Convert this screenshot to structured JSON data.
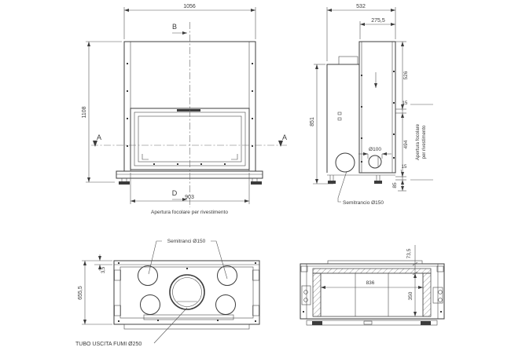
{
  "front": {
    "dim_width": "1056",
    "dim_height": "1108",
    "dim_opening_width": "903",
    "opening_label": "Apertura focolare per rivestimento",
    "section_b": "B",
    "section_a": "A",
    "section_d": "D"
  },
  "side": {
    "dim_depth": "532",
    "dim_depth_upper": "275,5",
    "dim_height": "851",
    "dim_upper": "526",
    "dim_gap_upper": "15",
    "dim_opening_height": "494",
    "dim_gap_lower": "15",
    "dim_base": "85",
    "label_opening_line1": "Apertura focolare",
    "label_opening_line2": "per rivestimento",
    "dim_hole": "Ø100",
    "label_knockout": "Semitrancio Ø150"
  },
  "plan": {
    "dim_depth": "655,5",
    "dim_plate": "3,5",
    "label_knockouts": "Semitranci Ø150",
    "label_flue": "TUBO USCITA FUMI Ø250"
  },
  "section": {
    "dim_inner_width": "836",
    "dim_inner_height": "350",
    "dim_top": "73,5"
  },
  "colors": {
    "line": "#3c3c3c",
    "background": "#ffffff"
  }
}
